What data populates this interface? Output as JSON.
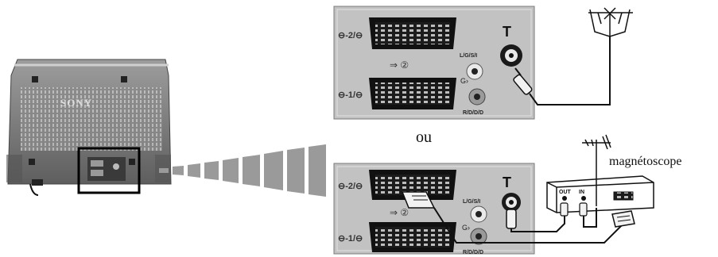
{
  "panel": {
    "scart_2": "⊖-2/⊖",
    "scart_1": "⊖-1/⊖",
    "audio_left": "L/G/S/I",
    "audio_right": "R/D/D/D",
    "arrow_2": "⇒ ②"
  },
  "tv": {
    "brand": "SONY"
  },
  "vcr": {
    "out_label": "OUT",
    "in_label": "IN"
  },
  "captions": {
    "or": "ou",
    "vcr": "magnétoscope"
  },
  "icons": [
    "antenna-icon",
    "scart-connector-icon",
    "rf-plug-icon",
    "antenna-jack-icon"
  ],
  "colors": {
    "panel": "#c2c2c2",
    "line": "#111111",
    "wedge": "#9a9a9a"
  }
}
